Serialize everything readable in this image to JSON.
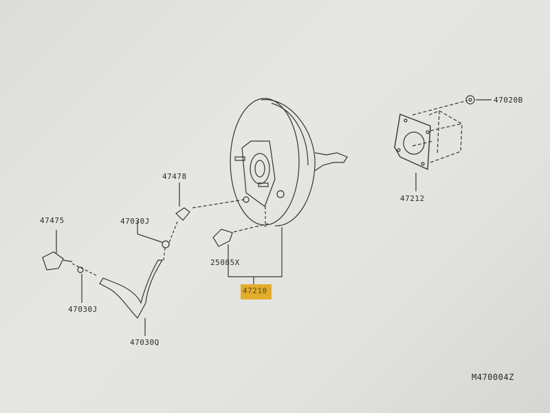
{
  "diagram": {
    "parts": {
      "booster": "47210",
      "gasket": "47212",
      "nut": "47020B",
      "check_valve": "47478",
      "connector": "47475",
      "clamp_upper": "47030J",
      "clamp_lower": "47030J",
      "hose": "47030Q",
      "fitting": "25085X"
    },
    "highlight_color": "#e3ad2c",
    "drawing_code": "M470004Z"
  }
}
